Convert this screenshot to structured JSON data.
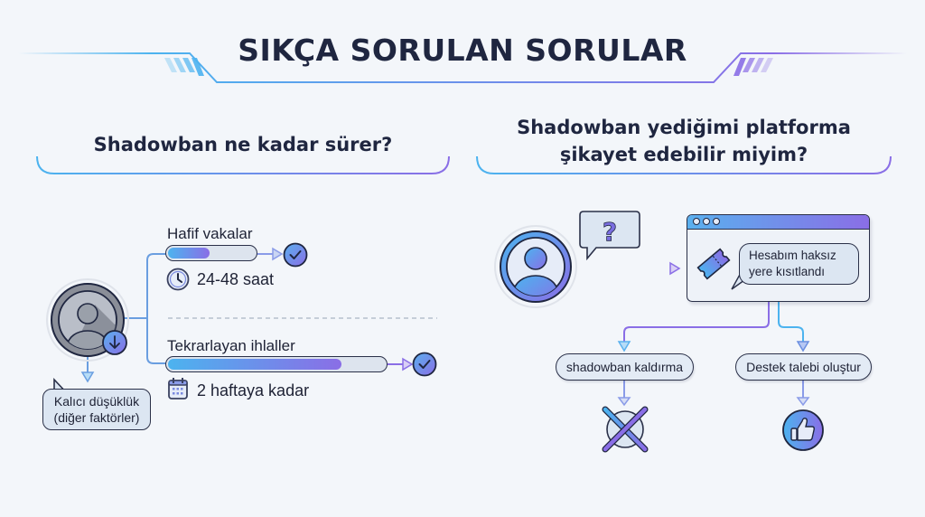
{
  "header": {
    "title": "SIKÇA SORULAN SORULAR"
  },
  "left_panel": {
    "question": "Shadowban ne kadar sürer?",
    "branches": [
      {
        "label": "Hafif vakalar",
        "duration": "24-48 saat",
        "duration_icon": "clock-icon",
        "progress_percent": 45,
        "status_icon": "check-icon"
      },
      {
        "label": "Tekrarlayan ihlaller",
        "duration": "2 haftaya kadar",
        "duration_icon": "calendar-icon",
        "progress_percent": 80,
        "status_icon": "check-icon"
      }
    ],
    "user_icon": "user-icon",
    "user_badge_icon": "arrow-down-icon",
    "permanent_note_line1": "Kalıcı düşüklük",
    "permanent_note_line2": "(diğer faktörler)"
  },
  "right_panel": {
    "question_line1": "Shadowban yediğimi platforma",
    "question_line2": "şikayet edebilir miyim?",
    "user_icon": "user-icon",
    "question_bubble_icon": "question-mark-icon",
    "window_message_line1": "Hesabım haksız",
    "window_message_line2": "yere kısıtlandı",
    "ticket_icon": "ticket-icon",
    "options": [
      {
        "label": "shadowban kaldırma",
        "result_icon": "x-icon",
        "result": "rejected"
      },
      {
        "label": "Destek talebi oluştur",
        "result_icon": "thumbs-up-icon",
        "result": "approved"
      }
    ]
  },
  "colors": {
    "background": "#f3f6fa",
    "text_dark": "#1f2640",
    "accent_blue": "#4cb3ef",
    "accent_purple": "#8a6ee6",
    "pill_bg": "#e3ebf5"
  }
}
